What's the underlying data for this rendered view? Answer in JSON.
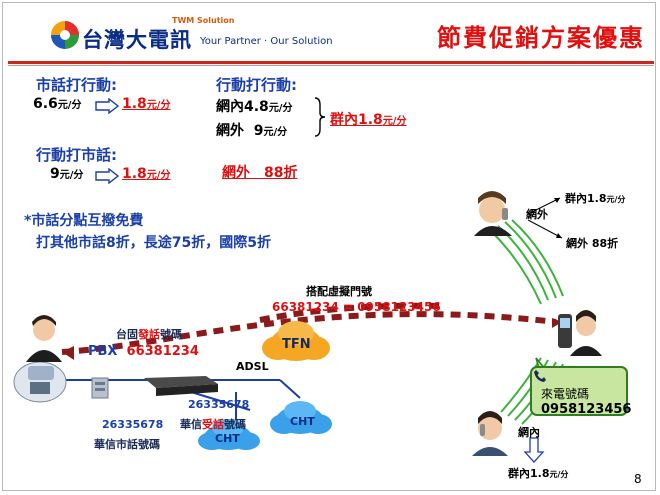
{
  "header": {
    "brand_name": "台灣大電訊",
    "brand_en": "TWM Solution",
    "tagline": "Your Partner · Our Solution",
    "title": "節費促銷方案優惠",
    "accent_color": "#c8281e"
  },
  "plans": {
    "fixed_to_mobile": {
      "heading": "市話打行動:",
      "old_rate": "6.6",
      "new_rate": "1.8",
      "unit": "元/分"
    },
    "mobile_to_mobile": {
      "heading": "行動打行動:",
      "on_net_label": "網內",
      "on_net_rate": "4.8",
      "off_net_label": "網外",
      "off_net_rate": "9",
      "unit": "元/分",
      "group_label": "群內",
      "group_rate": "1.8"
    },
    "mobile_to_fixed": {
      "heading": "行動打市話:",
      "old_rate": "9",
      "new_rate": "1.8",
      "unit": "元/分",
      "off_net_discount": "網外　88折"
    }
  },
  "notes": {
    "line1": "*市話分點互撥免費",
    "line2": "打其他市話8折，長途75折，國際5折"
  },
  "diagram": {
    "virtual_number_title": "搭配虛擬門號",
    "virtual_number_eq": "66381234 = 0958123456",
    "pbx_label": "PBX",
    "pbx_number": "66381234",
    "outgoing_label_a": "台固",
    "outgoing_label_b": "發話",
    "outgoing_label_c": "號碼",
    "tfn_label": "TFN",
    "adsl_label": "ADSL",
    "cht_number_1": "26335678",
    "incoming_label_a": "華信",
    "incoming_label_b": "受話",
    "incoming_label_c": "號碼",
    "cht_number_2": "26335678",
    "cht_fixed_label": "華信市話號碼",
    "cht_cloud_1": "CHT",
    "cht_cloud_2": "CHT",
    "right_off_net": "網外",
    "right_group_rate": "群內1.8",
    "right_off_net_discount": "網外 88折",
    "caller_id_title": "來電號碼",
    "caller_id_number": "0958123456",
    "bottom_on_net": "網內",
    "bottom_group_rate": "群內1.8",
    "unit": "元/分"
  },
  "footer": {
    "page_number": "8"
  }
}
